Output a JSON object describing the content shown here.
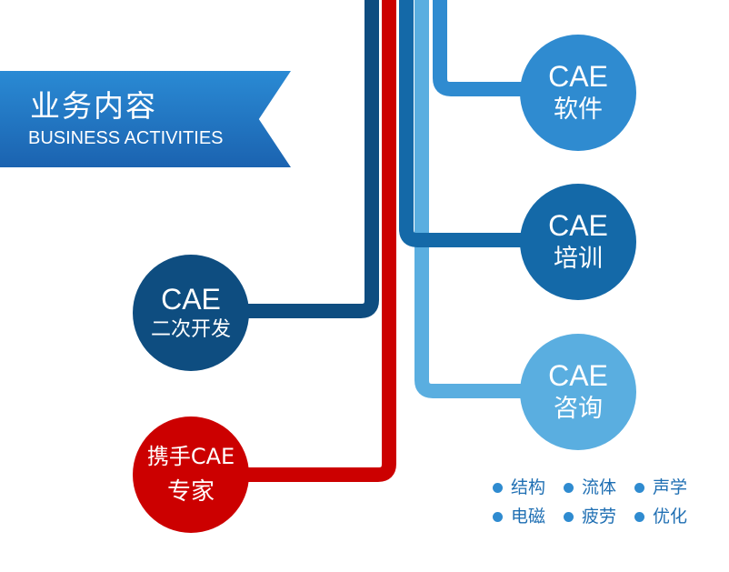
{
  "header": {
    "title": "业务内容",
    "subtitle": "BUSINESS ACTIVITIES"
  },
  "nodes": {
    "software": {
      "line1": "CAE",
      "line2": "软件",
      "color": "#2f8bd0"
    },
    "training": {
      "line1": "CAE",
      "line2": "培训",
      "color": "#1469a8"
    },
    "consulting": {
      "line1": "CAE",
      "line2": "咨询",
      "color": "#5aaee0"
    },
    "development": {
      "line1": "CAE",
      "line2": "二次开发",
      "color": "#0e4d80"
    },
    "experts": {
      "line1": "携手CAE",
      "line2": "专家",
      "color": "#cc0000"
    }
  },
  "tags": [
    "结构",
    "流体",
    "声学",
    "电磁",
    "疲劳",
    "优化"
  ],
  "colors": {
    "banner": "#1b6db8",
    "red": "#cc0000",
    "dark_blue": "#0e4d80",
    "mid_blue": "#2f8bd0",
    "light_blue": "#5aaee0"
  }
}
